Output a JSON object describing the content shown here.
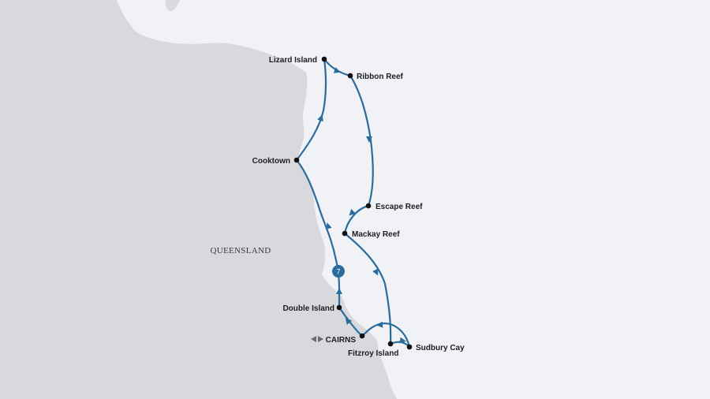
{
  "map": {
    "region_label": "QUEENSLAND",
    "colors": {
      "sea": "#f1f2f5",
      "land": "#d7d9dc",
      "route": "#2a6c9c",
      "point": "#111111",
      "badge": "#2a6c9c",
      "start_marker": "#6b6b6b"
    },
    "badge_value": "7",
    "start_marker_icon": "double-triangle-icon",
    "places": [
      {
        "id": "lizard-island",
        "name": "Lizard Island"
      },
      {
        "id": "ribbon-reef",
        "name": "Ribbon Reef"
      },
      {
        "id": "cooktown",
        "name": "Cooktown"
      },
      {
        "id": "escape-reef",
        "name": "Escape Reef"
      },
      {
        "id": "mackay-reef",
        "name": "Mackay Reef"
      },
      {
        "id": "double-island",
        "name": "Double Island"
      },
      {
        "id": "cairns",
        "name": "CAIRNS"
      },
      {
        "id": "fitzroy-island",
        "name": "Fitzroy Island"
      },
      {
        "id": "sudbury-cay",
        "name": "Sudbury Cay"
      }
    ]
  }
}
